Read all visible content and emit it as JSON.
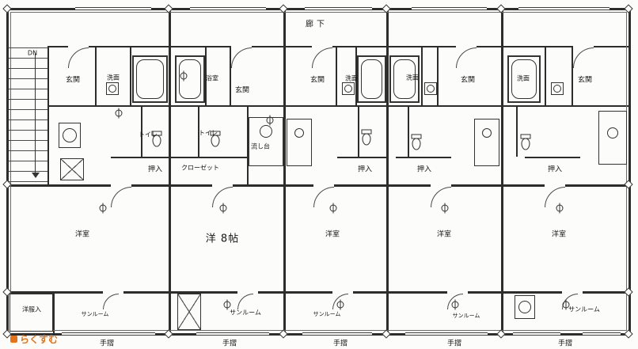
{
  "document": {
    "type": "apartment-floor-plan"
  },
  "colors": {
    "line": "#2d2d2d",
    "paper": "#fcfcfa",
    "watermark_accent": "#e0731c"
  },
  "labels": {
    "corridor": "廊下",
    "stairs_dn": "DN",
    "genkan_1": "玄関",
    "senmen_1": "洗面",
    "yokushitsu_2": "浴室",
    "genkan_2": "玄関",
    "genkan_3": "玄関",
    "senmen_3": "洗面",
    "senmen_4": "洗面",
    "genkan_4": "玄関",
    "senmen_5": "洗面",
    "genkan_5": "玄関",
    "toire_1": "トイレ",
    "toire_2": "トイレ",
    "nagashidai": "流し台",
    "oshiire_1": "押入",
    "closet_2": "クローゼット",
    "oshiire_3": "押入",
    "oshiire_4": "押入",
    "oshiire_5": "押入",
    "room_1": "洋室",
    "room_2": "洋 8帖",
    "room_3": "洋室",
    "room_4": "洋室",
    "room_5": "洋室",
    "yofuku_ire": "洋服入",
    "sunroom_1": "サンルーム",
    "sunroom_2": "サンルーム",
    "sunroom_3": "サンルーム",
    "sunroom_4": "サンルーム",
    "sunroom_5": "サンルーム",
    "tesuri_1": "手摺",
    "tesuri_2": "手摺",
    "tesuri_3": "手摺",
    "tesuri_4": "手摺",
    "tesuri_5": "手摺",
    "watermark": "らくすむ"
  }
}
